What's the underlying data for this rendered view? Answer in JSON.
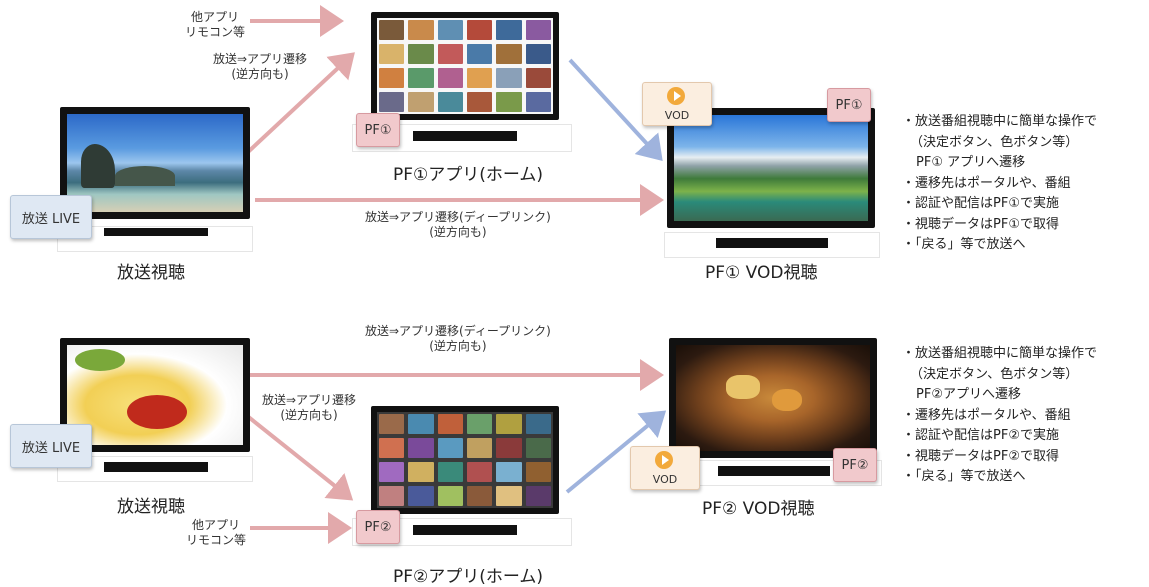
{
  "broadcast": {
    "live_badge": "放送 LIVE",
    "caption": "放送視聴"
  },
  "other_app_label": [
    "他アプリ",
    "リモコン等"
  ],
  "pf1": {
    "badge": "PF①",
    "home_caption": "PF①アプリ(ホーム)",
    "vod_caption": "PF① VOD視聴",
    "vod_badge": "VOD",
    "transition_label": [
      "放送⇒アプリ遷移",
      "(逆方向も)"
    ],
    "deeplink_label": [
      "放送⇒アプリ遷移(ディープリンク)",
      "(逆方向も)"
    ],
    "bullets": [
      "・放送番組視聴中に簡単な操作で",
      "（決定ボタン、色ボタン等）",
      "PF① アプリへ遷移",
      "・遷移先はポータルや、番組",
      "・認証や配信はPF①で実施",
      "・視聴データはPF①で取得",
      "・「戻る」等で放送へ"
    ]
  },
  "pf2": {
    "badge": "PF②",
    "home_caption": "PF②アプリ(ホーム)",
    "vod_caption": "PF② VOD視聴",
    "vod_badge": "VOD",
    "transition_label": [
      "放送⇒アプリ遷移",
      "(逆方向も)"
    ],
    "deeplink_label": [
      "放送⇒アプリ遷移(ディープリンク)",
      "(逆方向も)"
    ],
    "bullets": [
      "・放送番組視聴中に簡単な操作で",
      "（決定ボタン、色ボタン等）",
      "PF②アプリへ遷移",
      "・遷移先はポータルや、番組",
      "・認証や配信はPF②で実施",
      "・視聴データはPF②で取得",
      "・「戻る」等で放送へ"
    ]
  },
  "colors": {
    "arrow_pink": "#e2a9ab",
    "arrow_blue": "#9fb3dd",
    "pf_badge": "#f1c9cc",
    "live_badge": "#dfe8f3",
    "vod_badge": "#fbeee0"
  }
}
